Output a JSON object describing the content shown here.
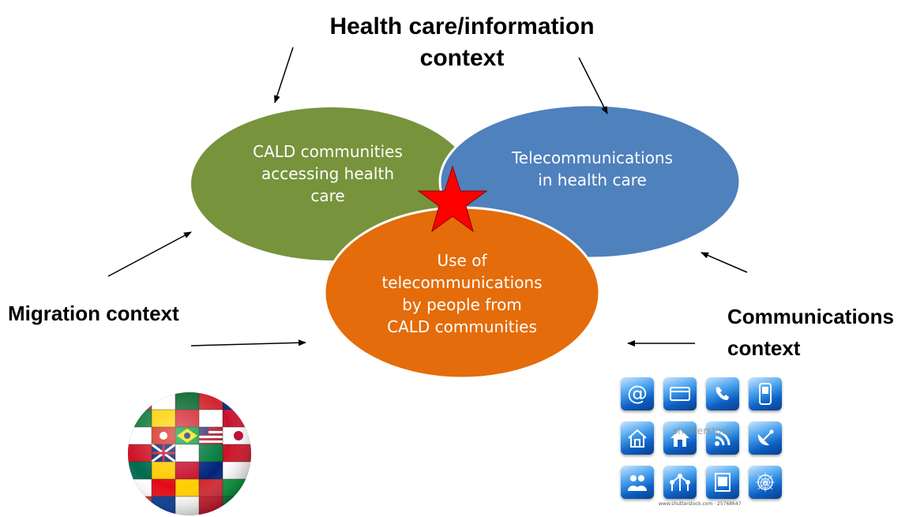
{
  "title": {
    "line1": "Health care/information",
    "line2": "context"
  },
  "contexts": {
    "migration": "Migration context",
    "communications_line1": "Communications",
    "communications_line2": "context"
  },
  "ellipses": {
    "green": {
      "line1": "CALD communities",
      "line2": "accessing health",
      "line3": "care",
      "color": "#77933c"
    },
    "blue": {
      "line1": "Telecommunications",
      "line2": "in health care",
      "color": "#4f81bd"
    },
    "orange": {
      "line1": "Use of",
      "line2": "telecommunications",
      "line3": "by people from",
      "line4": "CALD communities",
      "color": "#e46c0a"
    }
  },
  "star": {
    "color": "#ff0000"
  },
  "icon_panel": {
    "icons": [
      "at-sign-icon",
      "card-icon",
      "phone-handset-icon",
      "mobile-phone-icon",
      "home-outline-icon",
      "home-icon",
      "wifi-icon",
      "satellite-dish-icon",
      "people-icon",
      "network-people-icon",
      "photo-frame-icon",
      "web-at-icon"
    ],
    "watermark": "shutterstock",
    "credit": "www.shutterstock.com · 25768647"
  }
}
